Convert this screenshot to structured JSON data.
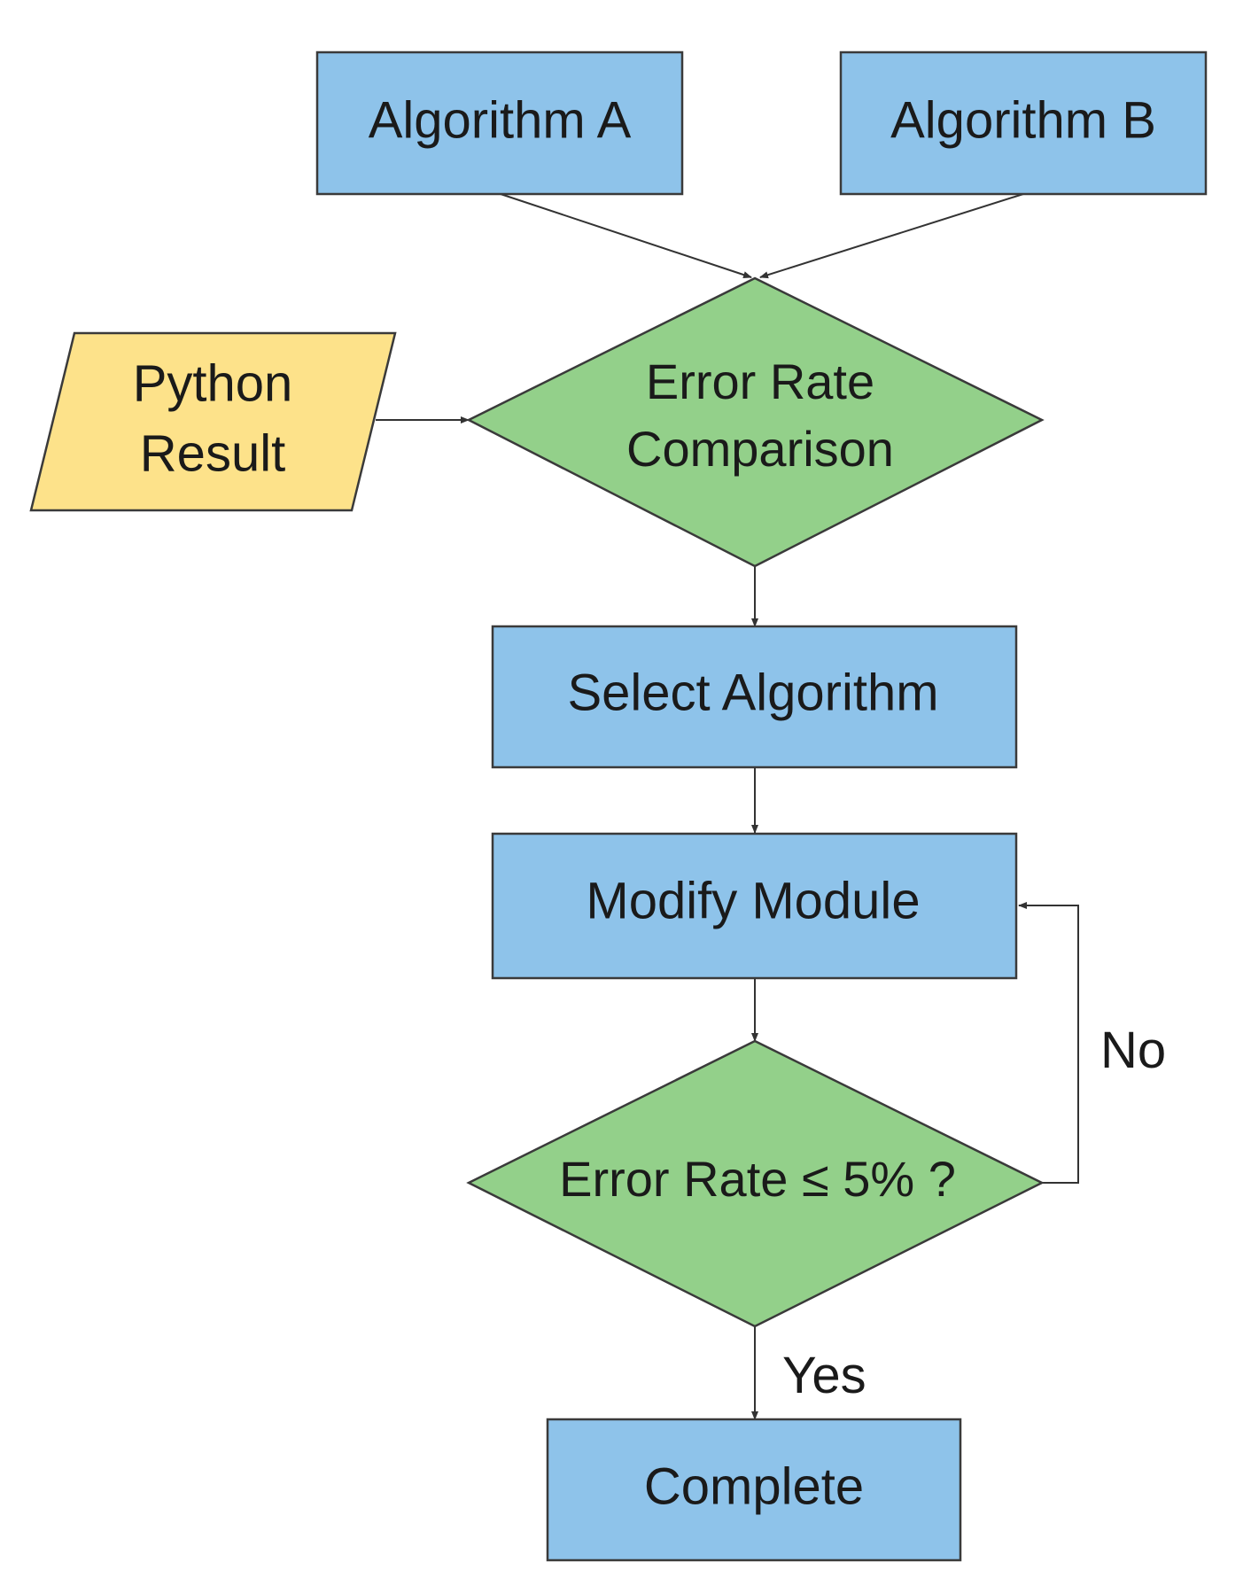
{
  "nodes": {
    "algorithm_a": "Algorithm A",
    "algorithm_b": "Algorithm B",
    "python_result": [
      "Python",
      "Result"
    ],
    "error_rate_comparison": [
      "Error Rate",
      "Comparison"
    ],
    "select_algorithm": "Select Algorithm",
    "modify_module": "Modify Module",
    "error_rate_check": "Error Rate ≤ 5% ?",
    "complete": "Complete"
  },
  "edge_labels": {
    "no": "No",
    "yes": "Yes"
  },
  "colors": {
    "process_fill": "#8ec3ea",
    "decision_fill": "#93d08a",
    "io_fill": "#fde28a",
    "line": "#333333"
  }
}
